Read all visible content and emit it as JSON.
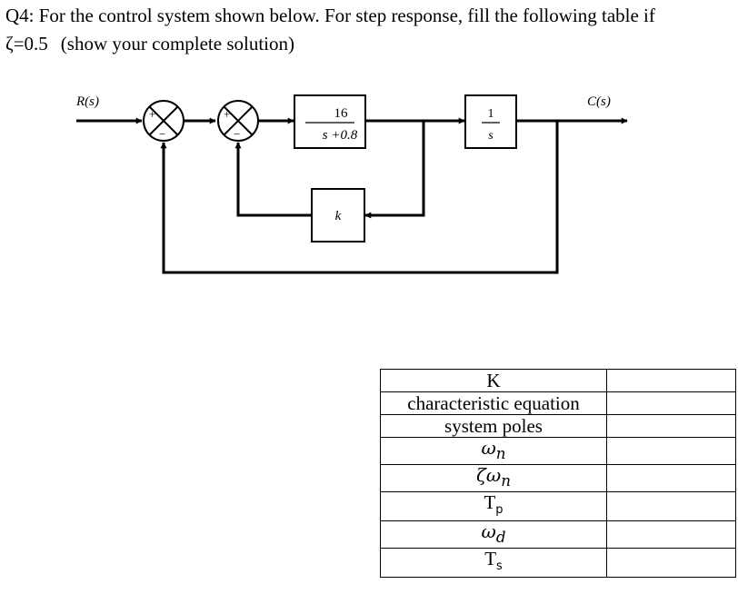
{
  "question": {
    "line1": "Q4: For the control system shown below. For step response, fill the following table  if",
    "line2_zeta": "ζ=0.5",
    "line2_rest": "(show your complete solution)"
  },
  "diagram": {
    "input_label": "R(s)",
    "output_label": "C(s)",
    "junction1_plus": "+",
    "junction1_minus": "−",
    "junction2_plus": "+",
    "junction2_minus": "−",
    "block1_num": "16",
    "block1_den": "s +0.8",
    "block2_num": "1",
    "block2_den": "s",
    "feedback_gain": "k"
  },
  "table": {
    "rows": [
      {
        "label": "K",
        "style": "plain"
      },
      {
        "label": "characteristic equation",
        "style": "plain"
      },
      {
        "label": "system poles",
        "style": "plain"
      },
      {
        "label": "ωn",
        "style": "math"
      },
      {
        "label": "ζωn",
        "style": "math"
      },
      {
        "label": "Tp",
        "style": "plain"
      },
      {
        "label": "ωd",
        "style": "math"
      },
      {
        "label": "Ts",
        "style": "plain"
      }
    ],
    "answers": [
      "",
      "",
      "",
      "",
      "",
      "",
      "",
      ""
    ]
  }
}
